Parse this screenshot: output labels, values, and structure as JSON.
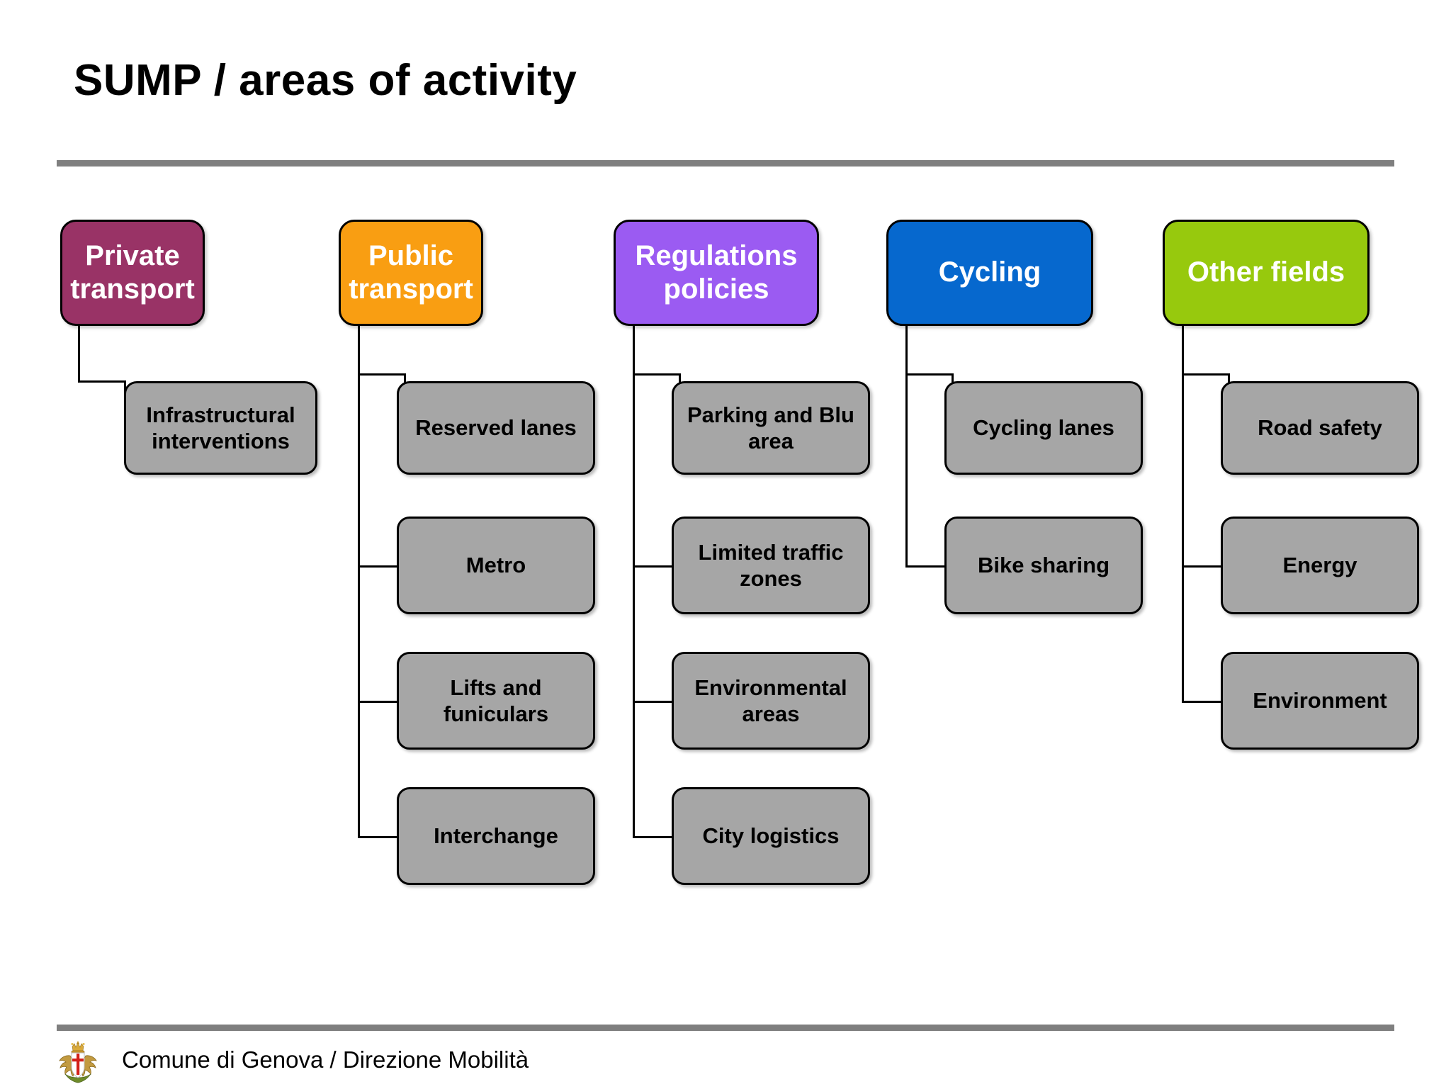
{
  "slide": {
    "title": "SUMP / areas of activity",
    "rule_color": "#7F7F7F",
    "background": "#FFFFFF"
  },
  "diagram": {
    "type": "tree",
    "item_box_color": "#A6A6A6",
    "connector_color": "#000000",
    "columns": [
      {
        "id": "private-transport",
        "label": "Private transport",
        "color": "#993366",
        "text_color": "#FFFFFF",
        "items": [
          {
            "label": "Infrastructural interventions"
          }
        ]
      },
      {
        "id": "public-transport",
        "label": "Public transport",
        "color": "#F99E12",
        "text_color": "#FFFFFF",
        "items": [
          {
            "label": "Reserved lanes"
          },
          {
            "label": "Metro"
          },
          {
            "label": "Lifts and funiculars"
          },
          {
            "label": "Interchange"
          }
        ]
      },
      {
        "id": "regulations-policies",
        "label": "Regulations policies",
        "color": "#9B5BF2",
        "text_color": "#FFFFFF",
        "items": [
          {
            "label": "Parking and Blu area"
          },
          {
            "label": "Limited traffic zones"
          },
          {
            "label": "Environmental areas"
          },
          {
            "label": "City logistics"
          }
        ]
      },
      {
        "id": "cycling",
        "label": "Cycling",
        "color": "#0668CE",
        "text_color": "#FFFFFF",
        "items": [
          {
            "label": "Cycling lanes"
          },
          {
            "label": "Bike sharing"
          }
        ]
      },
      {
        "id": "other-fields",
        "label": "Other fields",
        "color": "#97C90D",
        "text_color": "#FFFFFF",
        "items": [
          {
            "label": "Road safety"
          },
          {
            "label": "Energy"
          },
          {
            "label": "Environment"
          }
        ]
      }
    ]
  },
  "footer": {
    "text": "Comune di Genova / Direzione Mobilità",
    "logo_name": "genoa-coat-of-arms"
  }
}
